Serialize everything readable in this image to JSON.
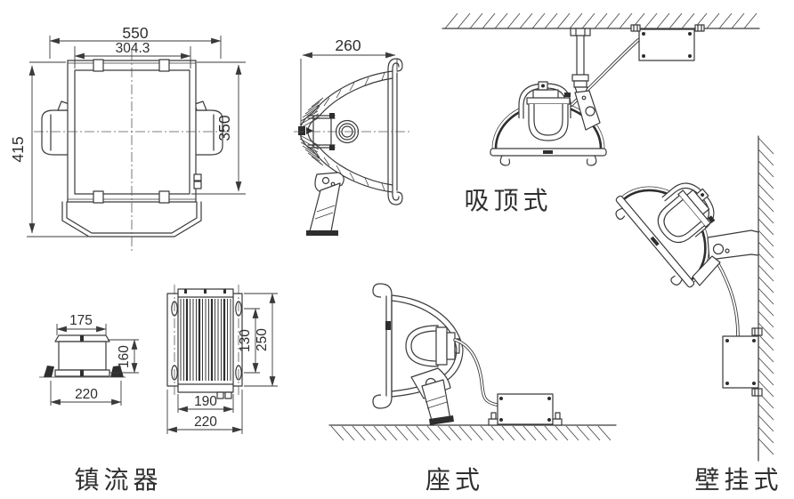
{
  "title": "floodlight-installation-dimension-drawing",
  "front_view": {
    "width_overall": "550",
    "width_inner": "304.3",
    "height_overall": "415",
    "height_body": "350"
  },
  "side_view": {
    "depth": "260"
  },
  "ballast": {
    "label": "镇流器",
    "front": {
      "width_top": "175",
      "height": "160",
      "width_base": "220"
    },
    "plan": {
      "width_fins": "190",
      "width_overall": "220",
      "hole_spacing": "130",
      "length_overall": "250"
    }
  },
  "mounts": {
    "ceiling_label": "吸顶式",
    "seat_label": "座式",
    "wall_label": "壁挂式"
  },
  "colors": {
    "line": "#3a3a3a",
    "background": "#ffffff"
  }
}
